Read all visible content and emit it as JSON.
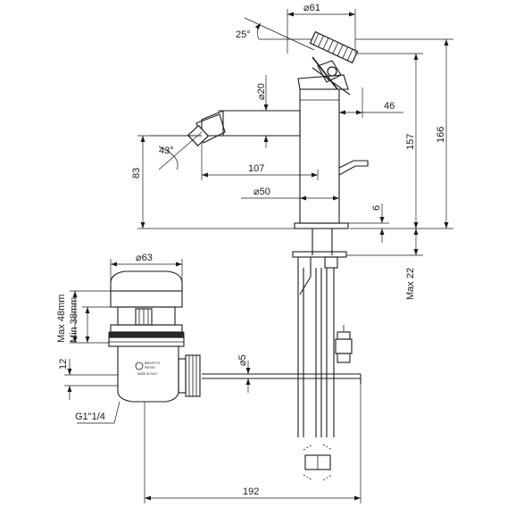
{
  "dimensions": {
    "diam_61": "⌀61",
    "angle_25": "25°",
    "diam_20": "⌀20",
    "len_46": "46",
    "len_157": "157",
    "len_166": "166",
    "angle_43": "43°",
    "len_83": "83",
    "len_107": "107",
    "diam_50": "⌀50",
    "len_6": "6",
    "max_22": "Max 22",
    "diam_63": "⌀63",
    "max_48": "Max 48mm",
    "min_38": "Min 38mm",
    "len_12": "12",
    "thread": "G1\"1/4",
    "diam_5": "⌀5",
    "len_192": "192"
  },
  "waste_marking": {
    "line1": "BREVETTO",
    "line2": "PATENT",
    "line3": "MADE IN ITALY"
  }
}
